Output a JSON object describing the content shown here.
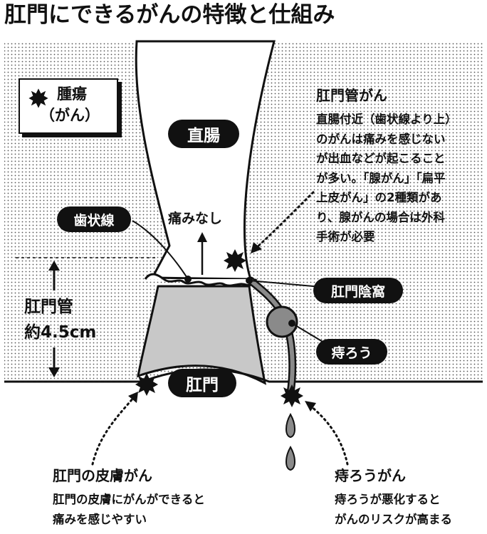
{
  "title": "肛門にできるがんの特徴と仕組み",
  "legend": {
    "symbol_icon": "tumor-star-icon",
    "line1": "腫瘍",
    "line2": "（がん）"
  },
  "labels": {
    "rectum": "直腸",
    "dentate_line": "歯状線",
    "no_pain": "痛みなし",
    "anus": "肛門",
    "anal_crypt": "肛門陰窩",
    "hemorrhoid_fistula": "痔ろう",
    "canal_name": "肛門管",
    "canal_length": "約4.5cm"
  },
  "sections": {
    "anal_canal_cancer": {
      "title": "肛門管がん",
      "lines": [
        "直腸付近（歯状線より上）",
        "のがんは痛みを感じない",
        "が出血などが起こること",
        "が多い。「腺がん」「扁平",
        "上皮がん」の2種類があ",
        "り、腺がんの場合は外科",
        "手術が必要"
      ]
    },
    "anal_skin_cancer": {
      "title": "肛門の皮膚がん",
      "lines": [
        "肛門の皮膚にがんができると",
        "痛みを感じやすい"
      ]
    },
    "fistula_cancer": {
      "title": "痔ろうがん",
      "lines": [
        "痔ろうが悪化すると",
        "がんのリスクが高まる"
      ]
    }
  },
  "colors": {
    "ink": "#111111",
    "tissue_gray": "#c8c8c8",
    "fistula_gray": "#8a8a8a",
    "paper": "#ffffff"
  }
}
